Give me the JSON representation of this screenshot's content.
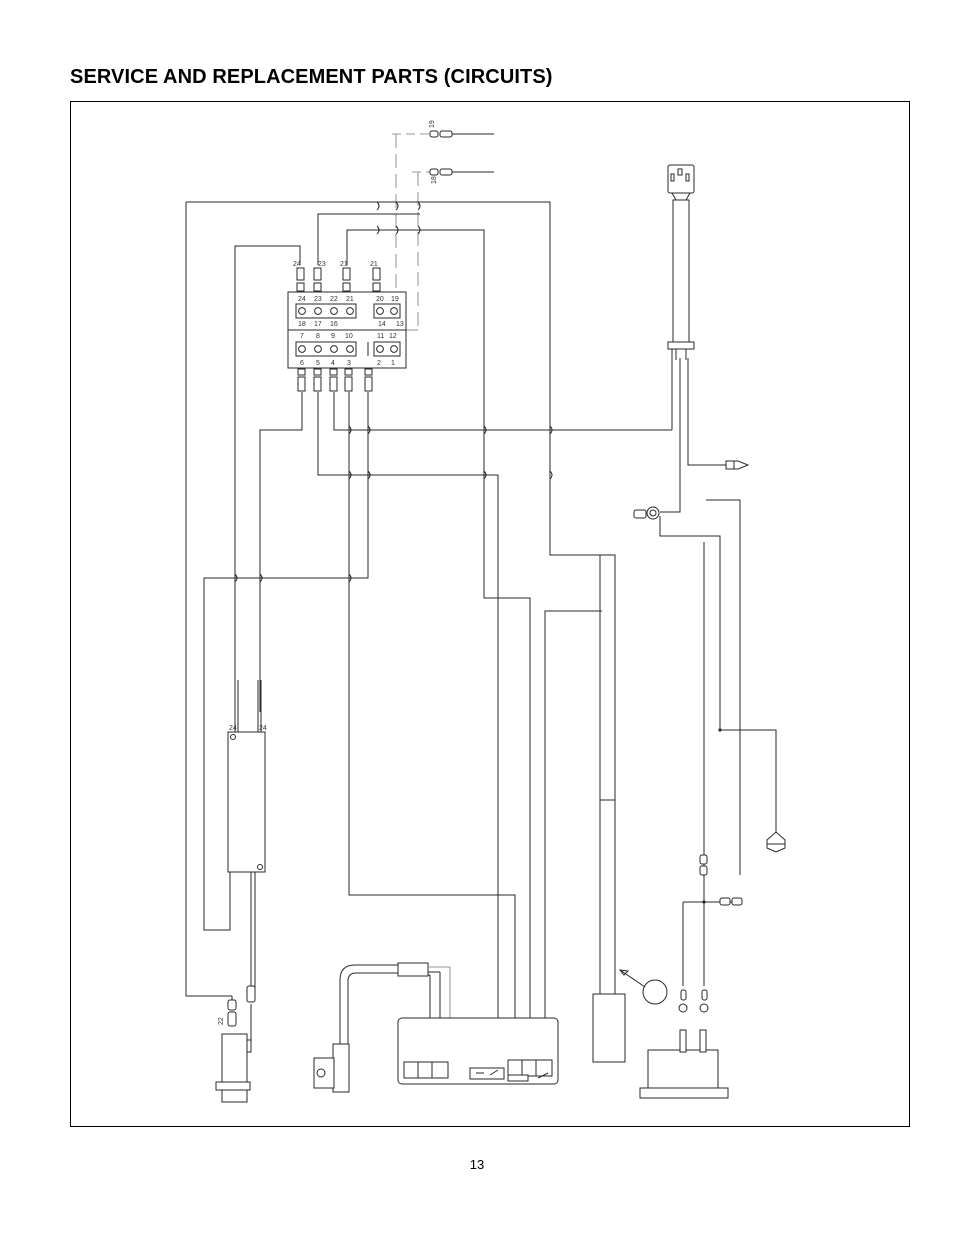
{
  "page": {
    "title": "SERVICE AND REPLACEMENT PARTS (CIRCUITS)",
    "page_number": "13"
  },
  "diagram": {
    "top_wire_labels": [
      "19",
      "18"
    ],
    "terminal_top_numbers": [
      "24",
      "23",
      "22",
      "21",
      "20",
      "19"
    ],
    "terminal_middle_numbers": [
      "18",
      "17",
      "16",
      "14",
      "13"
    ],
    "terminal_row2_numbers": [
      "7",
      "8",
      "9",
      "10",
      "11",
      "12"
    ],
    "terminal_bottom_numbers": [
      "6",
      "5",
      "4",
      "3",
      "2",
      "1"
    ],
    "top_connector_labels": [
      "24",
      "23",
      "21",
      "21"
    ],
    "capacitor_top_labels": [
      "24",
      "24"
    ],
    "lower_left_label": "22",
    "icons": [
      "power-plug-icon",
      "temperature-probe-icon",
      "ring-terminal-icon",
      "fuse-icon",
      "relay-module-icon",
      "transformer-icon"
    ]
  }
}
